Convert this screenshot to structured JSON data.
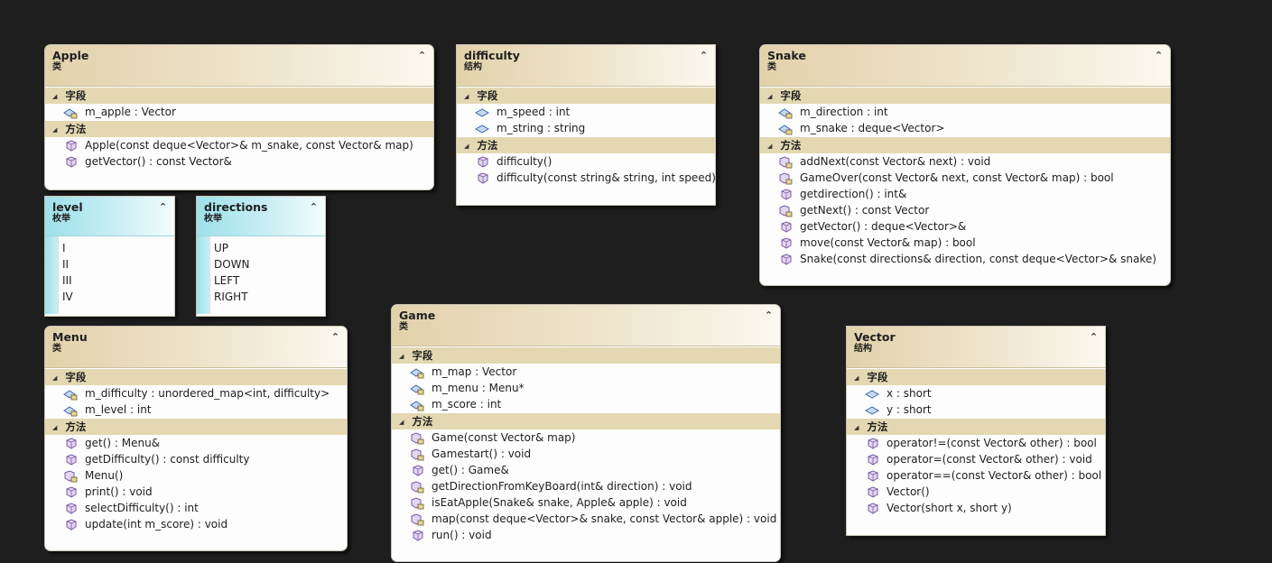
{
  "section_fields": "字段",
  "section_methods": "方法",
  "apple": {
    "title": "Apple",
    "kind": "类",
    "fields": [
      "m_apple : Vector"
    ],
    "methods": [
      "Apple(const deque<Vector>& m_snake, const Vector& map)",
      "getVector() : const Vector&"
    ]
  },
  "difficulty": {
    "title": "difficulty",
    "kind": "结构",
    "fields": [
      "m_speed : int",
      "m_string : string"
    ],
    "methods": [
      "difficulty()",
      "difficulty(const string& string, int speed)"
    ]
  },
  "snake": {
    "title": "Snake",
    "kind": "类",
    "fields": [
      "m_direction : int",
      "m_snake : deque<Vector>"
    ],
    "methods": [
      "addNext(const Vector& next) : void",
      "GameOver(const Vector& next, const Vector& map) : bool",
      "getdirection() : int&",
      "getNext() : const Vector",
      "getVector() : deque<Vector>&",
      "move(const Vector& map) : bool",
      "Snake(const directions& direction, const deque<Vector>& snake)"
    ]
  },
  "level": {
    "title": "level",
    "kind": "枚举",
    "values": [
      "I",
      "II",
      "III",
      "IV"
    ]
  },
  "directions": {
    "title": "directions",
    "kind": "枚举",
    "values": [
      "UP",
      "DOWN",
      "LEFT",
      "RIGHT"
    ]
  },
  "menu": {
    "title": "Menu",
    "kind": "类",
    "fields": [
      "m_difficulty : unordered_map<int, difficulty>",
      "m_level : int"
    ],
    "methods": [
      "get() : Menu&",
      "getDifficulty() : const difficulty",
      "Menu()",
      "print() : void",
      "selectDifficulty() : int",
      "update(int m_score) : void"
    ]
  },
  "game": {
    "title": "Game",
    "kind": "类",
    "fields": [
      "m_map : Vector",
      "m_menu : Menu*",
      "m_score : int"
    ],
    "methods": [
      "Game(const Vector& map)",
      "Gamestart() : void",
      "get() : Game&",
      "getDirectionFromKeyBoard(int& direction) : void",
      "isEatApple(Snake& snake, Apple& apple) : void",
      "map(const deque<Vector>& snake, const Vector& apple) : void",
      "run() : void"
    ]
  },
  "vector": {
    "title": "Vector",
    "kind": "结构",
    "fields": [
      "x : short",
      "y : short"
    ],
    "methods": [
      "operator!=(const Vector& other) : bool",
      "operator=(const Vector& other) : void",
      "operator==(const Vector& other) : bool",
      "Vector()",
      "Vector(short x, short y)"
    ]
  }
}
